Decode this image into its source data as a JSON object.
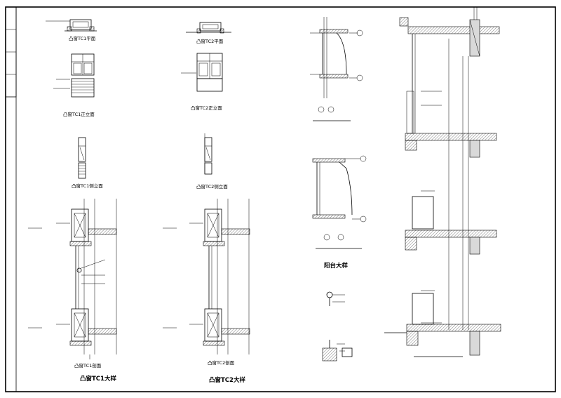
{
  "sheet": {
    "side_labels": [
      "",
      "",
      "",
      ""
    ]
  },
  "views": {
    "tc1_plan": "凸窗TC1平面",
    "tc2_plan": "凸窗TC2平面",
    "tc1_front": "凸窗TC1正立面",
    "tc2_front": "凸窗TC2正立面",
    "tc1_side": "凸窗TC1侧立面",
    "tc2_side": "凸窗TC2侧立面",
    "tc1_section": "凸窗TC1剖面",
    "tc2_section": "凸窗TC2剖面",
    "tc1_detail": "凸窗TC1大样",
    "tc2_detail": "凸窗TC2大样",
    "balcony_detail": "阳台大样"
  },
  "level_marks": {
    "tc1_upper": "",
    "tc1_lower": "",
    "tc2_upper": "",
    "tc2_lower": ""
  }
}
